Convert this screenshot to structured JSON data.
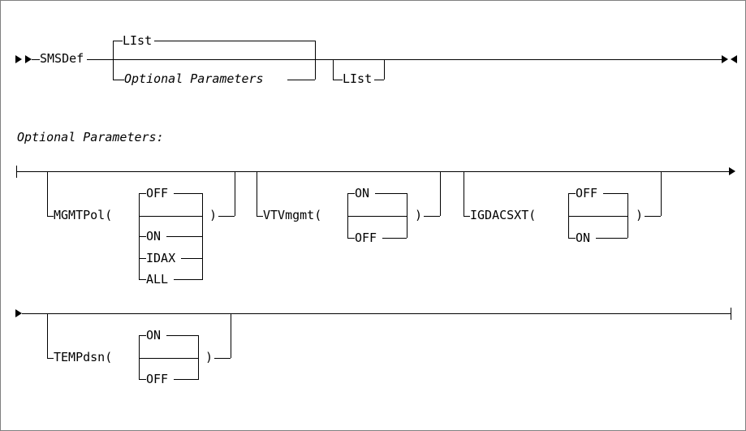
{
  "diagram": {
    "type": "railroad-syntax-diagram",
    "title": "SMSDef command syntax",
    "line_color": "#000000",
    "background": "#ffffff",
    "border_color": "#808080",
    "section_label": "Optional Parameters:",
    "start_marker": "►►",
    "end_marker": "►◄",
    "continue_marker": "►",
    "rows": [
      {
        "name": "main-row",
        "command": "SMSDef",
        "branches": [
          {
            "label": "LIst",
            "position": "default-above",
            "style": "plain"
          },
          {
            "label": "Optional Parameters",
            "position": "alternate-below",
            "style": "italic"
          }
        ],
        "trailing_optional": {
          "label": "LIst",
          "position": "optional-below",
          "style": "plain"
        }
      },
      {
        "name": "optional-params-row-1",
        "parameters": [
          {
            "keyword": "MGMTPol",
            "open_paren": "(",
            "close_paren": ")",
            "values": [
              {
                "label": "OFF",
                "default": true
              },
              {
                "label": "ON",
                "default": false
              },
              {
                "label": "IDAX",
                "default": false
              },
              {
                "label": "ALL",
                "default": false
              }
            ]
          },
          {
            "keyword": "VTVmgmt",
            "open_paren": "(",
            "close_paren": ")",
            "values": [
              {
                "label": "ON",
                "default": true
              },
              {
                "label": "OFF",
                "default": false
              }
            ]
          },
          {
            "keyword": "IGDACSXT",
            "open_paren": "(",
            "close_paren": ")",
            "values": [
              {
                "label": "OFF",
                "default": true
              },
              {
                "label": "ON",
                "default": false
              }
            ]
          }
        ]
      },
      {
        "name": "optional-params-row-2",
        "parameters": [
          {
            "keyword": "TEMPdsn",
            "open_paren": "(",
            "close_paren": ")",
            "values": [
              {
                "label": "ON",
                "default": true
              },
              {
                "label": "OFF",
                "default": false
              }
            ]
          }
        ]
      }
    ]
  },
  "text": {
    "smsdef": "SMSDef",
    "list_default": "LIst",
    "optional_parameters_italic": "Optional Parameters",
    "list_optional": "LIst",
    "optional_parameters_heading": "Optional Parameters:",
    "mgmtpol_open": "MGMTPol(",
    "mgmtpol_close": ")",
    "mgmtpol_off": "OFF",
    "mgmtpol_on": "ON",
    "mgmtpol_idax": "IDAX",
    "mgmtpol_all": "ALL",
    "vtvmgmt_open": "VTVmgmt(",
    "vtvmgmt_close": ")",
    "vtvmgmt_on": "ON",
    "vtvmgmt_off": "OFF",
    "igdacsxt_open": "IGDACSXT(",
    "igdacsxt_close": ")",
    "igdacsxt_off": "OFF",
    "igdacsxt_on": "ON",
    "tempdsn_open": "TEMPdsn(",
    "tempdsn_close": ")",
    "tempdsn_on": "ON",
    "tempdsn_off": "OFF"
  }
}
